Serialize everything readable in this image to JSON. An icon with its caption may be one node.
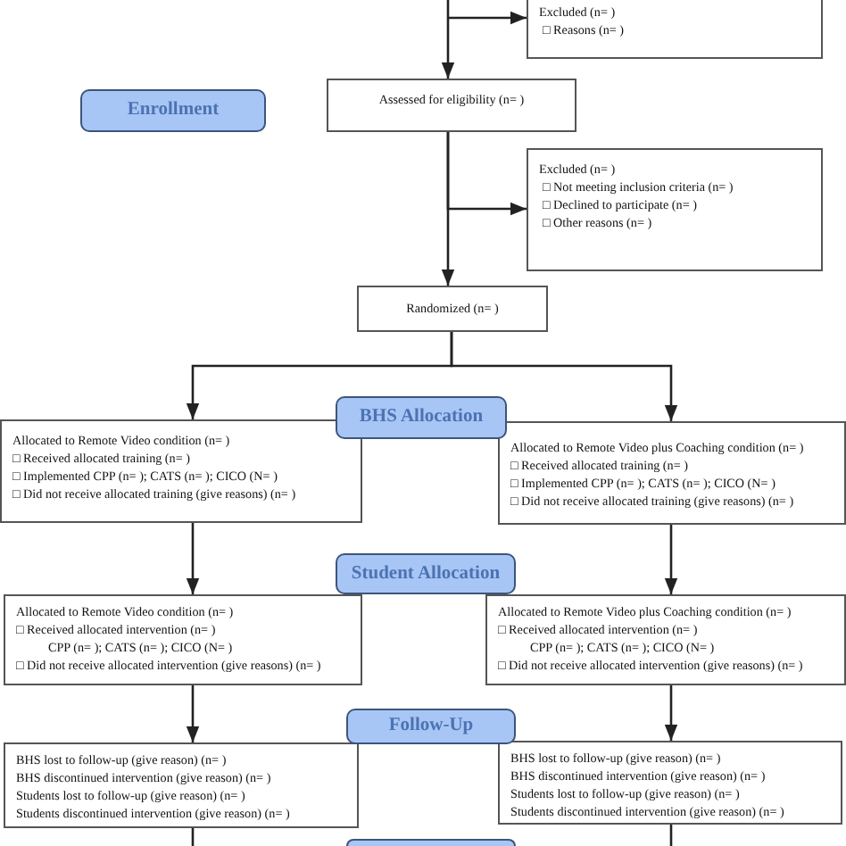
{
  "diagram": {
    "nodes": [
      {
        "text": [
          "Excluded (n= )",
          "□ Reasons (n= )"
        ]
      },
      {
        "text": [
          "Enrollment"
        ]
      },
      {
        "text": [
          "Assessed for eligibility (n= )"
        ]
      },
      {
        "text": [
          "Excluded (n= )",
          "□ Not meeting inclusion criteria (n= )",
          "□ Declined to participate (n= )",
          "□ Other reasons (n= )"
        ]
      },
      {
        "text": [
          "Randomized (n= )"
        ]
      },
      {
        "text": [
          "BHS Allocation"
        ]
      },
      {
        "text": [
          "Allocated to Remote Video condition (n= )",
          "□ Received allocated training (n= )",
          "□ Implemented CPP (n= ); CATS (n= ); CICO (N= )",
          "□ Did not receive allocated training (give reasons) (n= )"
        ]
      },
      {
        "text": [
          "Allocated to Remote Video plus Coaching condition (n= )",
          "□ Received allocated training (n= )",
          "□ Implemented CPP (n= ); CATS (n= ); CICO (N= )",
          "□ Did not receive allocated training (give reasons) (n= )"
        ]
      },
      {
        "text": [
          "Student Allocation"
        ]
      },
      {
        "text": [
          "Allocated to Remote Video condition (n= )",
          "□ Received allocated intervention (n= )",
          "CPP (n= ); CATS (n= ); CICO (N= )",
          "□ Did not receive allocated intervention (give reasons) (n= )"
        ]
      },
      {
        "text": [
          "Allocated to Remote Video plus Coaching condition (n= )",
          "□ Received allocated intervention (n= )",
          "CPP (n= ); CATS (n= ); CICO (N= )",
          "□ Did not receive allocated intervention (give reasons) (n= )"
        ]
      },
      {
        "text": [
          "Follow-Up"
        ]
      },
      {
        "text": [
          "BHS lost to follow-up (give reason) (n= )",
          "BHS discontinued intervention (give reason) (n= )",
          "Students lost to follow-up (give reason) (n= )",
          "Students discontinued intervention (give reason) (n= )"
        ]
      },
      {
        "text": [
          "BHS lost to follow-up (give reason) (n= )",
          "BHS discontinued intervention (give reason) (n= )",
          "Students lost to follow-up (give reason) (n= )",
          "Students discontinued intervention (give reason) (n= )"
        ]
      },
      {
        "text": [],
        "shape": "box"
      }
    ],
    "edges": [
      {
        "from": null,
        "to": 2,
        "arrow": "to"
      },
      {
        "from": null,
        "to": 0,
        "arrow": "to"
      },
      {
        "from": 2,
        "to": 3,
        "arrow": "to"
      },
      {
        "from": 2,
        "to": 4,
        "arrow": "to"
      },
      {
        "from": 4,
        "to": 6,
        "arrow": "to"
      },
      {
        "from": 4,
        "to": 7,
        "arrow": "to"
      },
      {
        "from": 6,
        "to": 9,
        "arrow": "to"
      },
      {
        "from": 7,
        "to": 10,
        "arrow": "to"
      },
      {
        "from": 9,
        "to": 12,
        "arrow": "to"
      },
      {
        "from": 10,
        "to": 13,
        "arrow": "to"
      },
      {
        "from": 12,
        "to": null,
        "arrow": "none"
      },
      {
        "from": 13,
        "to": null,
        "arrow": "none"
      }
    ]
  }
}
